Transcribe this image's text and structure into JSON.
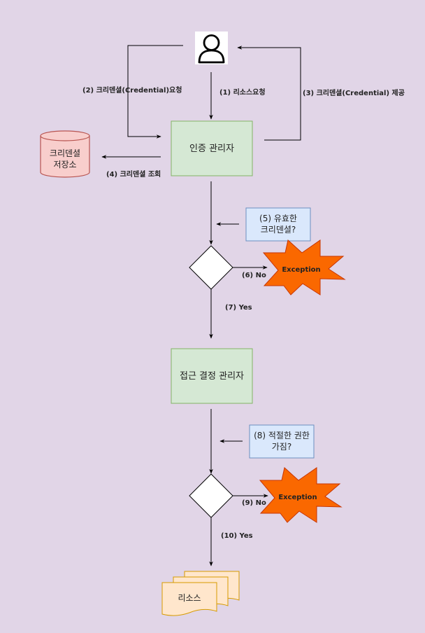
{
  "nodes": {
    "auth_manager": "인증 관리자",
    "access_manager": "접근 결정 관리자",
    "credential_store": [
      "크리덴셜",
      "저장소"
    ],
    "resource": "리소스",
    "valid_question": [
      "(5) 유효한",
      "크리덴셜?"
    ],
    "permission_question": [
      "(8) 적절한 권한",
      "가짐?"
    ],
    "exception_1": "Exception",
    "exception_2": "Exception"
  },
  "edges": {
    "e1": "(1) 리소스요청",
    "e2": "(2) 크리덴셜(Credential)요청",
    "e3": "(3) 크리덴셜(Credential) 제공",
    "e4": "(4) 크리덴셜 조회",
    "e6": "(6) No",
    "e7": "(7) Yes",
    "e9": "(9) No",
    "e10": "(10) Yes"
  },
  "colors": {
    "background": "#e1d5e7",
    "process_fill": "#d5e8d4",
    "process_stroke": "#82b366",
    "note_fill": "#dae8fc",
    "note_stroke": "#6c8ebf",
    "store_fill": "#f8cecc",
    "store_stroke": "#b85450",
    "doc_fill": "#ffe6cc",
    "doc_stroke": "#d79b00",
    "exception_fill": "#fa6800",
    "exception_stroke": "#c73500"
  }
}
